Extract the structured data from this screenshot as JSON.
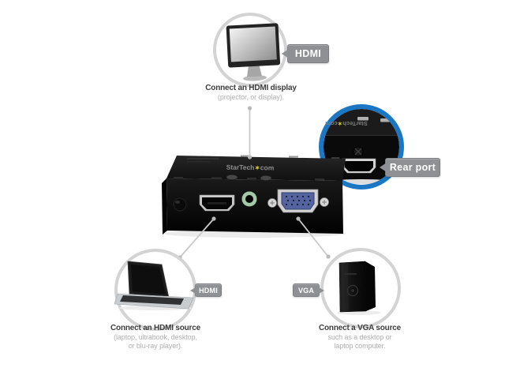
{
  "colors": {
    "background": "#ffffff",
    "accent_blue_ring": "#1b76c3",
    "gray_ring": "#d3d3d3",
    "tag_gray": "#8e9093",
    "connector_line": "#c9c9c9",
    "title_text": "#3d3d3d",
    "subtitle_text": "#aeaeae",
    "brand_star_yellow": "#d6d636"
  },
  "brand": {
    "prefix": "StarTech",
    "star": "✶",
    "suffix": "com"
  },
  "callouts": {
    "display_tag": "HDMI",
    "rear_port_tag": "Rear port",
    "hdmi_source_tag": "HDMI",
    "vga_source_tag": "VGA"
  },
  "captions": {
    "display": {
      "title": "Connect an HDMI display",
      "line1": "(projector, or display)."
    },
    "hdmi_source": {
      "title": "Connect an HDMI source",
      "line1": "(laptop, ultrabook, desktop,",
      "line2": "or blu-ray player)."
    },
    "vga_source": {
      "title": "Connect a VGA source",
      "line1": "such as a desktop or",
      "line2": "laptop computer."
    }
  }
}
